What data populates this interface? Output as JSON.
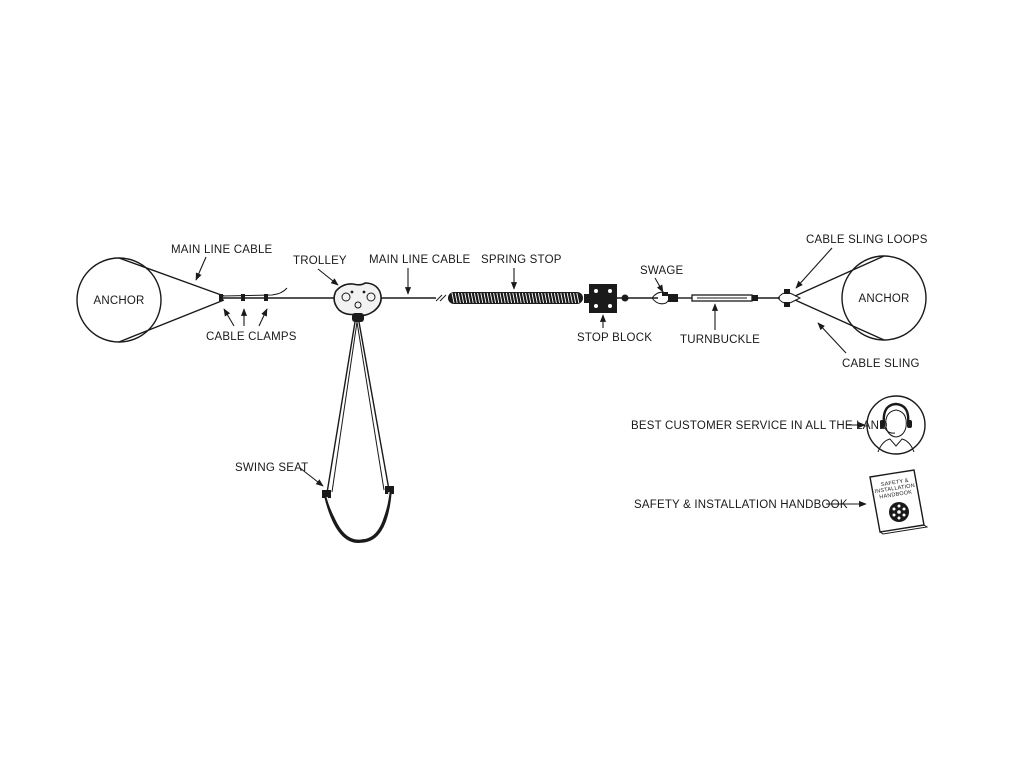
{
  "labels": {
    "anchor_left": "ANCHOR",
    "anchor_right": "ANCHOR",
    "main_line_cable_1": "MAIN LINE CABLE",
    "main_line_cable_2": "MAIN LINE CABLE",
    "cable_clamps": "CABLE CLAMPS",
    "trolley": "TROLLEY",
    "spring_stop": "SPRING STOP",
    "stop_block": "STOP BLOCK",
    "swage": "SWAGE",
    "turnbuckle": "TURNBUCKLE",
    "cable_sling_loops": "CABLE SLING LOOPS",
    "cable_sling": "CABLE SLING",
    "swing_seat": "SWING SEAT",
    "customer_service": "BEST CUSTOMER SERVICE IN ALL THE LAND",
    "handbook": "SAFETY & INSTALLATION HANDBOOK",
    "handbook_cover_line1": "SAFETY &",
    "handbook_cover_line2": "INSTALLATION",
    "handbook_cover_line3": "HANDBOOK"
  },
  "icons": [
    "anchor-icon",
    "trolley-icon",
    "spring-stop-icon",
    "stop-block-icon",
    "swage-icon",
    "turnbuckle-icon",
    "swing-seat-icon",
    "customer-service-icon",
    "handbook-icon"
  ]
}
